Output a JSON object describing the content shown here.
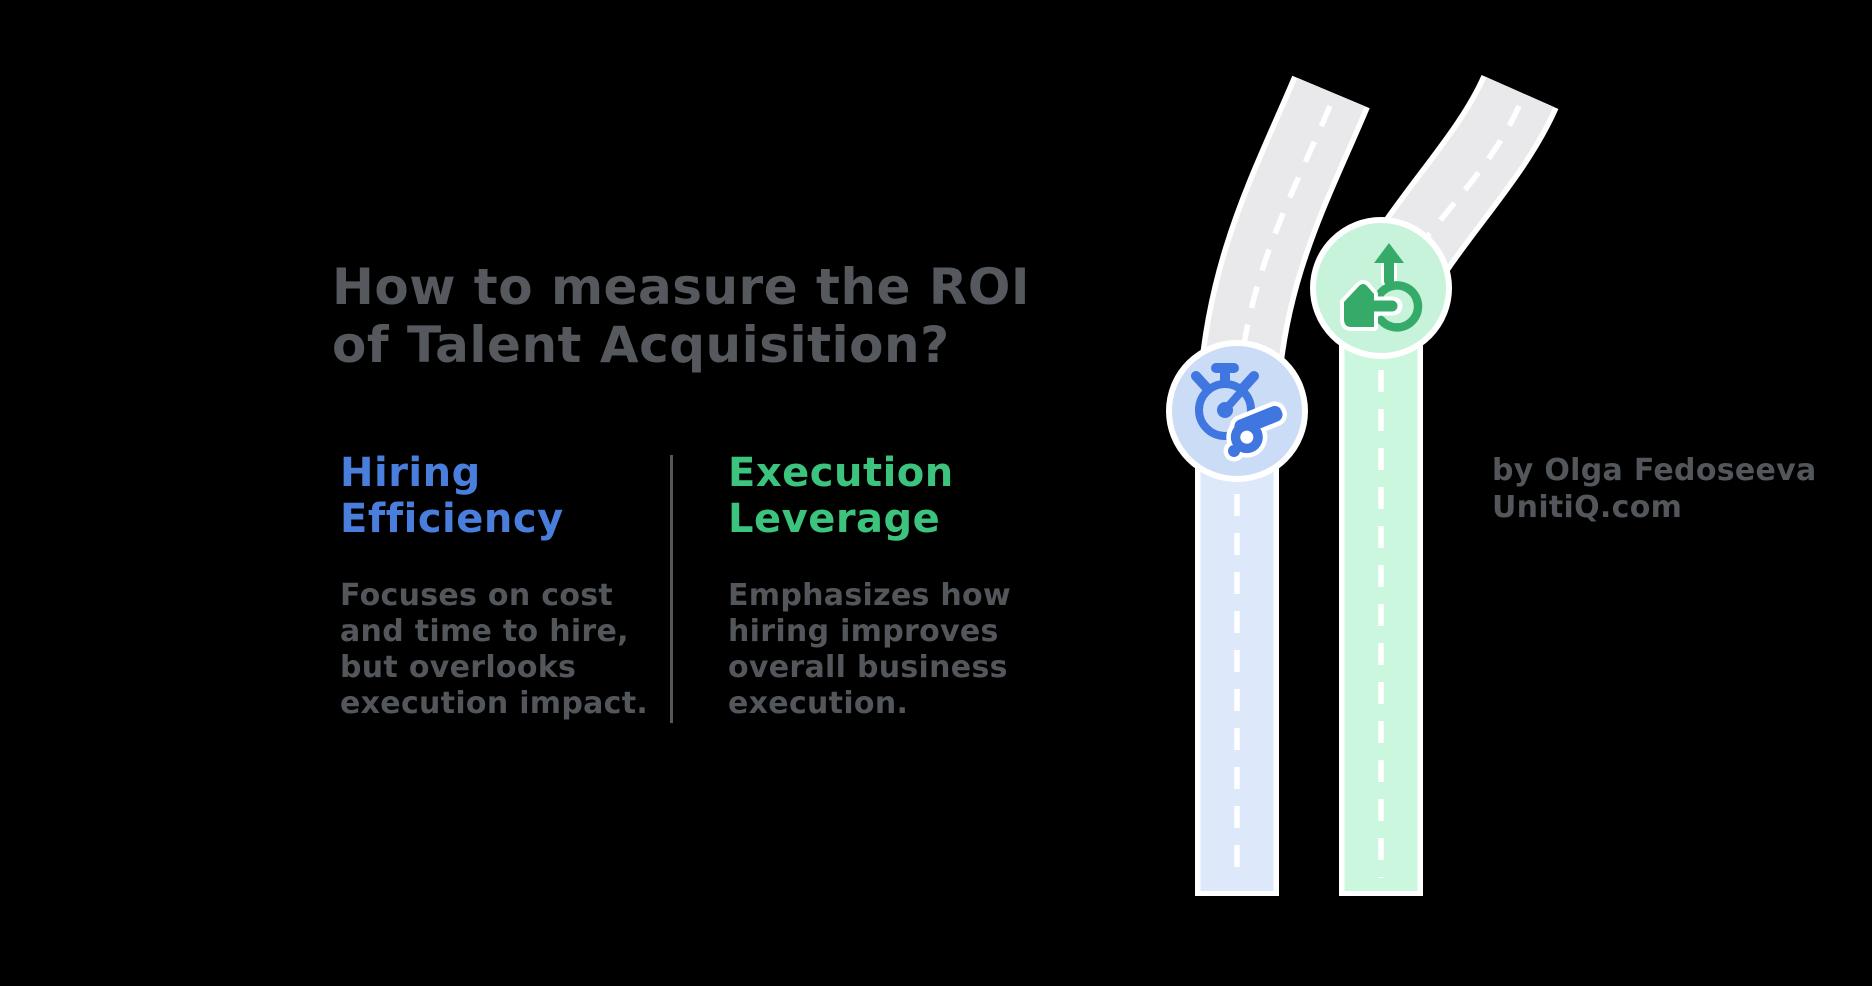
{
  "colors": {
    "background": "#000000",
    "title-gray": "#55595e",
    "text-gray": "#53575b",
    "divider-gray": "#54585a",
    "blue-accent": "#4a7edc",
    "green-accent": "#3cc47e",
    "road-gray": "#e9e9eb",
    "road-blue": "#dee8fb",
    "road-green": "#ccf7df",
    "circle-blue": "#cbdcf7",
    "circle-green": "#c6f3d9",
    "icon-blue": "#3f76e0",
    "icon-green": "#36ab69"
  },
  "title": {
    "line1": "How to measure the ROI",
    "line2": "of Talent Acquisition?"
  },
  "columns": {
    "left": {
      "heading": {
        "line1": "Hiring",
        "line2": "Efficiency"
      },
      "description": "Focuses on cost\nand time to hire,\nbut overlooks\nexecution impact."
    },
    "right": {
      "heading": {
        "line1": "Execution",
        "line2": "Leverage"
      },
      "description": "Emphasizes how\nhiring improves\noverall business\nexecution."
    }
  },
  "attribution": {
    "line1": "by Olga Fedoseeva",
    "line2": "UnitiQ.com"
  },
  "icons": {
    "left": "stopwatch-whistle",
    "right": "hand-leverage-arrow"
  }
}
